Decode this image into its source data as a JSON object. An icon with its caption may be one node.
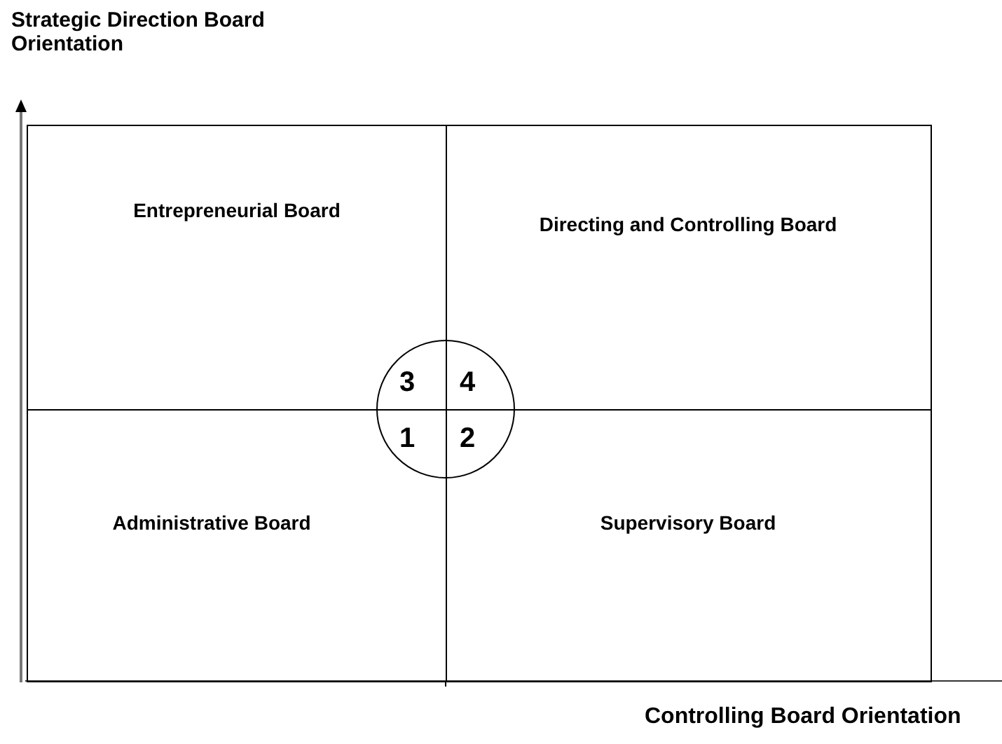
{
  "diagram": {
    "nodes": [
      {
        "text": [
          "Entrepreneurial Board"
        ]
      },
      {
        "text": [
          "Directing and Controlling Board"
        ]
      },
      {
        "text": [
          "Administrative Board"
        ]
      },
      {
        "text": [
          "Supervisory Board"
        ]
      }
    ],
    "labels": [
      "Strategic Direction Board Orientation",
      "3",
      "4",
      "1",
      "2",
      "Controlling Board Orientation"
    ]
  }
}
